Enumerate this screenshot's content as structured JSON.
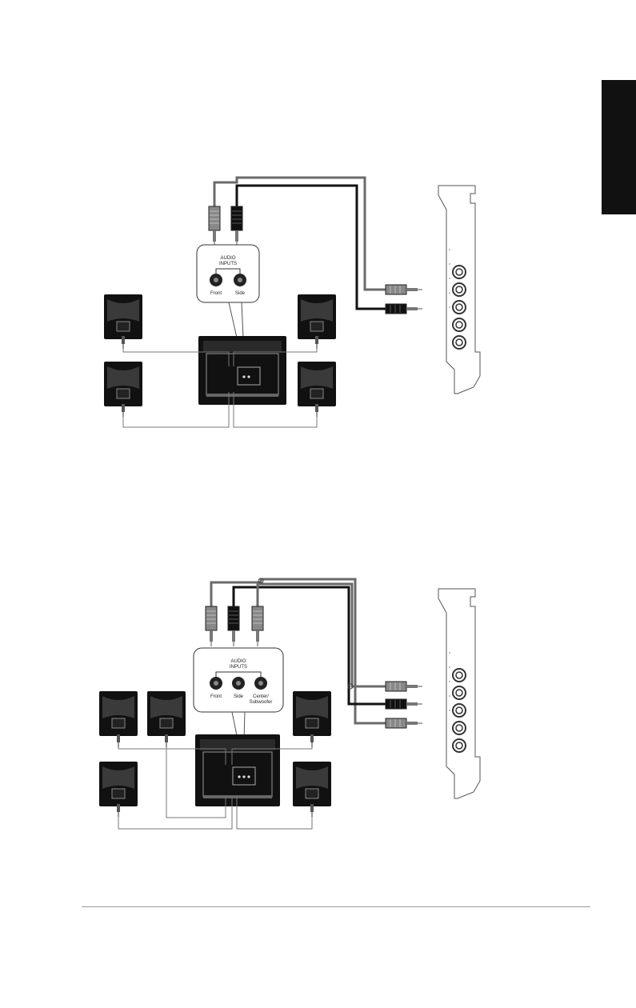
{
  "diagram_1": {
    "panel_title": "AUDIO\nINPUTS",
    "jack_labels": [
      "Front",
      "Side"
    ]
  },
  "diagram_2": {
    "panel_title": "AUDIO\nINPUTS",
    "jack_labels": [
      "Front",
      "Side",
      "Center/\nSubwoofer"
    ]
  },
  "colors": {
    "speaker_body": "#111111",
    "cable": "#6a6a6a",
    "cable_dark": "#111111",
    "card_outline": "#555555"
  }
}
